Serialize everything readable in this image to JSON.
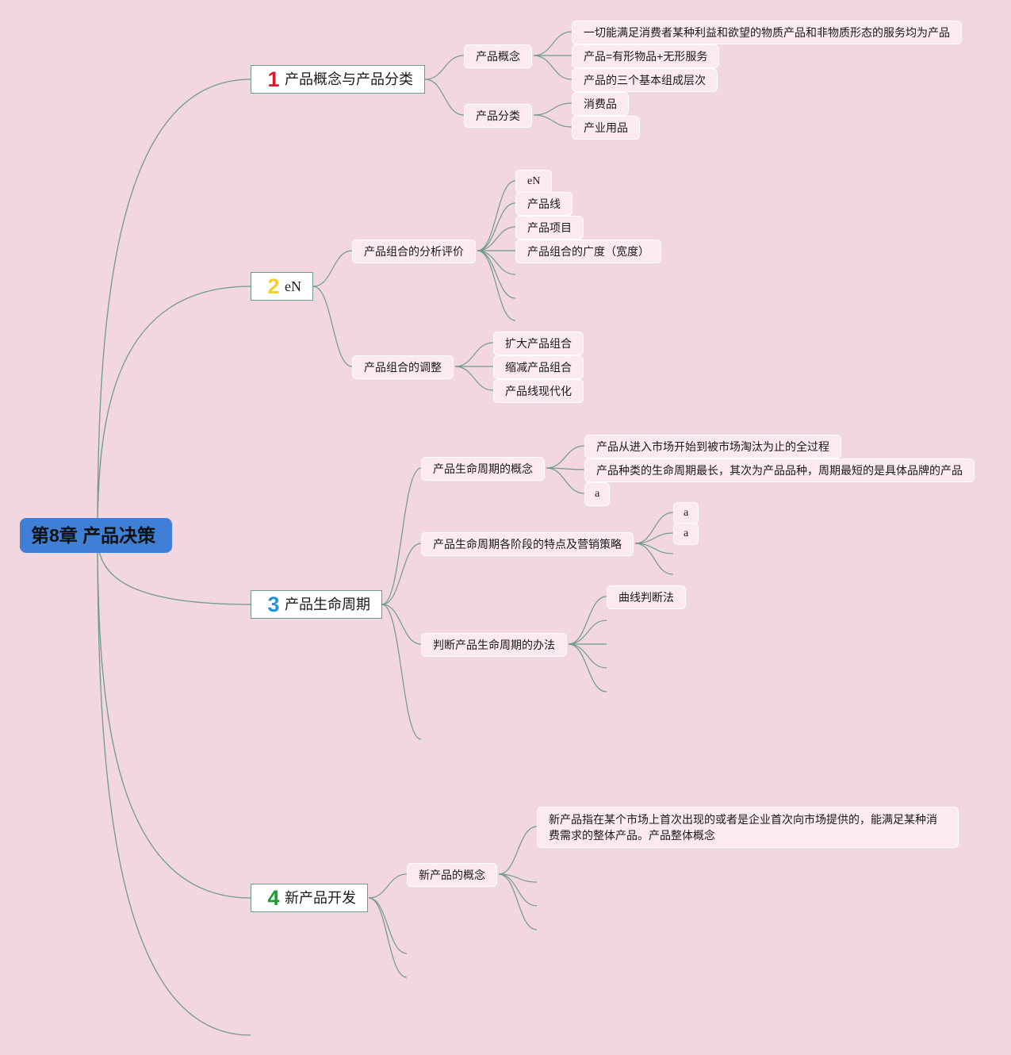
{
  "root": {
    "title": "第8章 产品决策"
  },
  "branches": [
    {
      "number": "1",
      "label": "产品概念与产品分类",
      "color": "#d81e2c",
      "children": [
        {
          "label": "产品概念",
          "children": [
            "一切能满足消费者某种利益和欲望的物质产品和非物质形态的服务均为产品",
            "产品=有形物品+无形服务",
            "产品的三个基本组成层次"
          ]
        },
        {
          "label": "产品分类",
          "children": [
            "消费品",
            "产业用品"
          ]
        }
      ]
    },
    {
      "number": "2",
      "label": "eN",
      "color": "#f2cf2a",
      "children": [
        {
          "label": "产品组合的分析评价",
          "children": [
            "eN",
            "产品线",
            "产品项目",
            "产品组合的广度（宽度）"
          ]
        },
        {
          "label": "产品组合的调整",
          "children": [
            "扩大产品组合",
            "缩减产品组合",
            "产品线现代化"
          ]
        }
      ]
    },
    {
      "number": "3",
      "label": "产品生命周期",
      "color": "#2492d8",
      "children": [
        {
          "label": "产品生命周期的概念",
          "children": [
            "产品从进入市场开始到被市场淘汰为止的全过程",
            "产品种类的生命周期最长，其次为产品品种，周期最短的是具体品牌的产品",
            "a"
          ]
        },
        {
          "label": "产品生命周期各阶段的特点及营销策略",
          "children": [
            "a",
            "a"
          ]
        },
        {
          "label": "判断产品生命周期的办法",
          "children": [
            "曲线判断法"
          ]
        }
      ]
    },
    {
      "number": "4",
      "label": "新产品开发",
      "color": "#1c9a2c",
      "children": [
        {
          "label": "新产品的概念",
          "children": [
            "新产品指在某个市场上首次出现的或者是企业首次向市场提供的，能满足某种消费需求的整体产品。产品整体概念"
          ]
        }
      ]
    }
  ],
  "colors": {
    "background": "#f2d7e0",
    "root": "#3f7fd6",
    "link": "#6f9a8b",
    "node_fill": "#fbeaf0"
  }
}
